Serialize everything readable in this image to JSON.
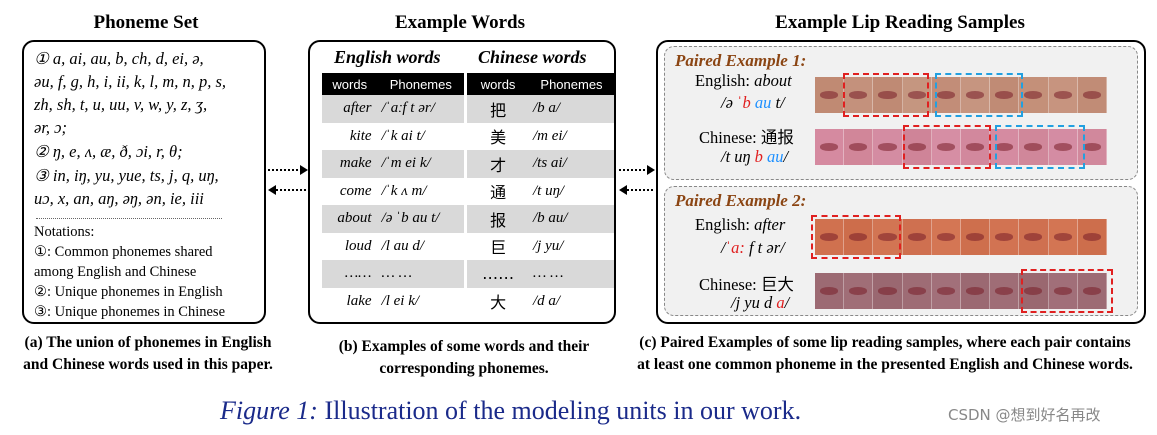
{
  "headings": {
    "a": "Phoneme Set",
    "b": "Example Words",
    "c": "Example Lip Reading Samples"
  },
  "phoneme_set": {
    "lines": [
      "① a, ai, au, b, ch, d, ei, ə,",
      "əu, f, g, h, i, ii, k, l, m, n, p, s,",
      "zh, sh, t, u, uu, v, w, y, z, ʒ,",
      "ər, ɔ;",
      "② ŋ, e, ʌ, æ, ð, ɔi, r, θ;",
      "③ in, iŋ, yu, yue, ts, j, q, uŋ,",
      "uɔ, x, an, aŋ, əŋ, ən, ie, iii"
    ],
    "notations_title": "Notations:",
    "notations": [
      "①: Common phonemes shared",
      "among English and Chinese",
      "②: Unique phonemes in English",
      "③: Unique phonemes in Chinese"
    ]
  },
  "example_words": {
    "english_title": "English words",
    "chinese_title": "Chinese words",
    "col_words": "words",
    "col_phonemes": "Phonemes",
    "rows": [
      {
        "en": "after",
        "en_ph": "/ˈaːf t ər/",
        "zh": "把",
        "zh_ph": "/b a/"
      },
      {
        "en": "kite",
        "en_ph": "/ˈk ai t/",
        "zh": "美",
        "zh_ph": "/m ei/"
      },
      {
        "en": "make",
        "en_ph": "/ˈm ei k/",
        "zh": "才",
        "zh_ph": "/ts ai/"
      },
      {
        "en": "come",
        "en_ph": "/ˈk ʌ m/",
        "zh": "通",
        "zh_ph": "/t uŋ/"
      },
      {
        "en": "about",
        "en_ph": "/ə ˈb au t/",
        "zh": "报",
        "zh_ph": "/b au/"
      },
      {
        "en": "loud",
        "en_ph": "/l au d/",
        "zh": "巨",
        "zh_ph": "/j yu/"
      },
      {
        "en": "……",
        "en_ph": "… …",
        "zh": "……",
        "zh_ph": "… …"
      },
      {
        "en": "lake",
        "en_ph": "/l ei k/",
        "zh": "大",
        "zh_ph": "/d a/"
      }
    ]
  },
  "lip_samples": {
    "ex1_title": "Paired Example 1:",
    "ex1_en_label": "English:",
    "ex1_en_word": "about",
    "ex1_en_ph": {
      "p1": "/ə ",
      "p2": "ˈb",
      "p3": " ",
      "p4": "au",
      "p5": " t/"
    },
    "ex1_zh_label": "Chinese: 通报",
    "ex1_zh_ph": {
      "p1": "/t uŋ ",
      "p2": "b",
      "p3": " ",
      "p4": "au",
      "p5": "/"
    },
    "ex2_title": "Paired Example 2:",
    "ex2_en_label": "English:",
    "ex2_en_word": "after",
    "ex2_en_ph": {
      "p1": "/",
      "p2": "ˈa:",
      "p3": " f t ər/"
    },
    "ex2_zh_label": "Chinese: 巨大",
    "ex2_zh_ph": {
      "p1": "/j yu d ",
      "p2": "a",
      "p3": "/"
    },
    "colors": {
      "red": "#e02020",
      "blue": "#1e90ff",
      "title": "#8b4513"
    }
  },
  "captions": {
    "a_tag": "(a)",
    "a_l1": " The union of phonemes in English",
    "a_l2": "and Chinese words used in this paper.",
    "b_tag": "(b)",
    "b_l1": " Examples of some words and their",
    "b_l2": "corresponding phonemes.",
    "c_tag": "(c)",
    "c_l1": " Paired Examples of some lip reading samples, where each pair contains",
    "c_l2": "at least one common phoneme in the presented English and Chinese words."
  },
  "figure_caption": {
    "label": "Figure 1:",
    "text": " Illustration of the modeling units in our work."
  },
  "watermark": "CSDN @想到好名再改"
}
